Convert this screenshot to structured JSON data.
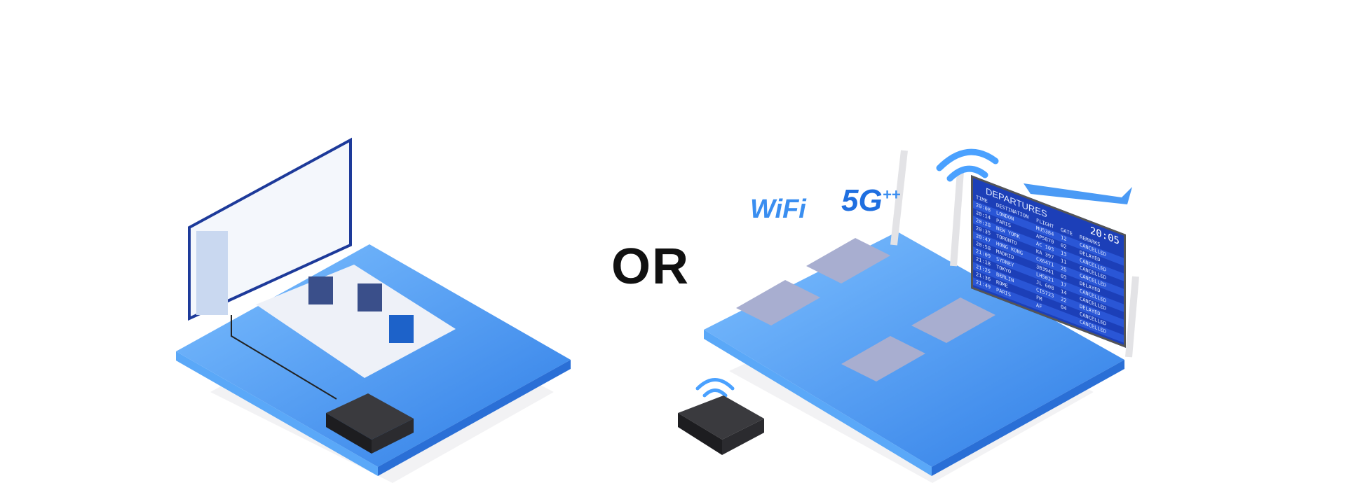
{
  "separator": "OR",
  "badges": {
    "wifi": "WiFi",
    "fiveg": "5G",
    "fiveg_plus": "++"
  },
  "board": {
    "title": "DEPARTURES",
    "clock": "20:05",
    "headers": {
      "time": "TIME",
      "destination": "DESTINATION",
      "flight": "FLIGHT",
      "gate": "GATE",
      "remarks": "REMARKS"
    },
    "rows": [
      {
        "time": "20:08",
        "destination": "LONDON",
        "flight": "MU5384",
        "gate": "12",
        "remarks": "CANCELLED"
      },
      {
        "time": "20:14",
        "destination": "PARIS",
        "flight": "AP5870",
        "gate": "02",
        "remarks": "DELAYED"
      },
      {
        "time": "20:28",
        "destination": "NEW YORK",
        "flight": "AC 103",
        "gate": "13",
        "remarks": "CANCELLED"
      },
      {
        "time": "20:35",
        "destination": "TORONTO",
        "flight": "KA 397",
        "gate": "11",
        "remarks": "CANCELLED"
      },
      {
        "time": "20:47",
        "destination": "HONG KONG",
        "flight": "CX6471",
        "gate": "25",
        "remarks": "CANCELLED"
      },
      {
        "time": "20:58",
        "destination": "MADRID",
        "flight": "3B3941",
        "gate": "03",
        "remarks": "DELAYED"
      },
      {
        "time": "21:09",
        "destination": "SYDNEY",
        "flight": "LH5021",
        "gate": "17",
        "remarks": "CANCELLED"
      },
      {
        "time": "21:18",
        "destination": "TOKYO",
        "flight": "JL 608",
        "gate": "14",
        "remarks": "CANCELLED"
      },
      {
        "time": "21:25",
        "destination": "BERLIN",
        "flight": "CI5723",
        "gate": "22",
        "remarks": "DELAYED"
      },
      {
        "time": "21:36",
        "destination": "ROME",
        "flight": "FM",
        "gate": "04",
        "remarks": "CANCELLED"
      },
      {
        "time": "21:49",
        "destination": "PARIS",
        "flight": "AF",
        "gate": "",
        "remarks": "CANCELLED"
      }
    ]
  },
  "colors": {
    "platform_top": "#4a9af5",
    "platform_side": "#2f7de6",
    "accent": "#1f6fe0"
  }
}
